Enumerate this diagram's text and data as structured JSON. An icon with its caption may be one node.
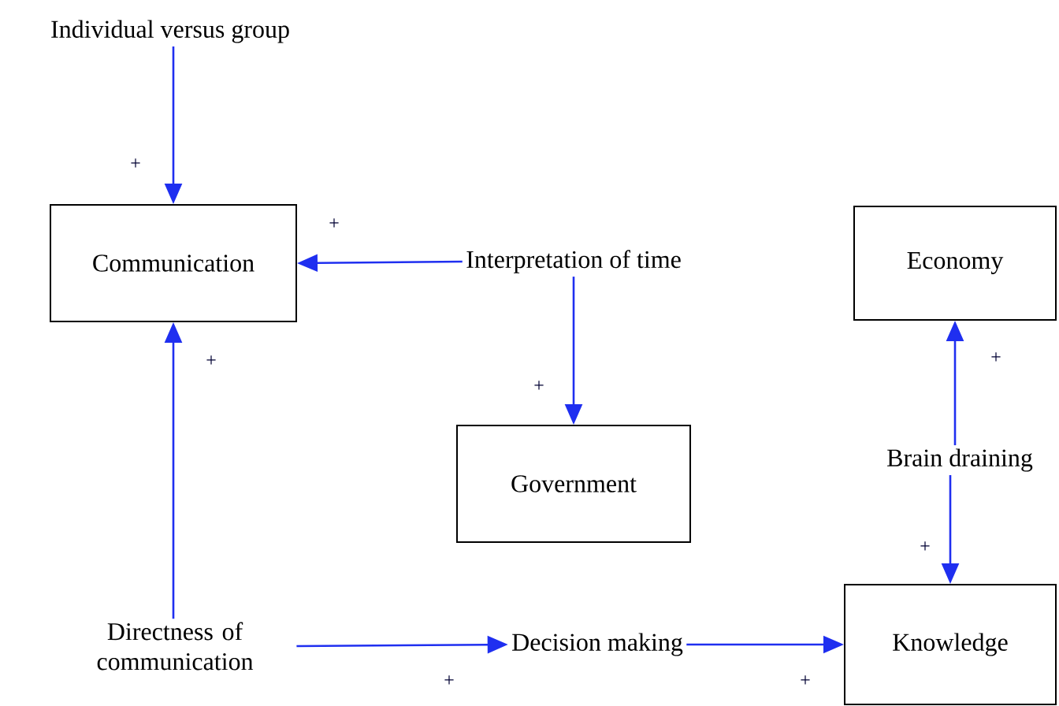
{
  "diagram": {
    "nodes": [
      {
        "text": [
          "Individual versus group"
        ]
      },
      {
        "text": [
          "Communication"
        ]
      },
      {
        "text": [
          "Interpretation of time"
        ]
      },
      {
        "text": [
          "Government"
        ]
      },
      {
        "text": [
          "Economy"
        ]
      },
      {
        "text": [
          "Brain draining"
        ]
      },
      {
        "text": [
          "Knowledge"
        ]
      },
      {
        "text": [
          "Directness of communication"
        ]
      },
      {
        "text": [
          "Decision making"
        ]
      }
    ],
    "edges": [
      {
        "from": 0,
        "to": 1,
        "arrow": "to",
        "label": "+"
      },
      {
        "from": 2,
        "to": 1,
        "arrow": "to",
        "label": "+"
      },
      {
        "from": 2,
        "to": 3,
        "arrow": "to",
        "label": "+"
      },
      {
        "from": 7,
        "to": 1,
        "arrow": "to",
        "label": "+"
      },
      {
        "from": 7,
        "to": 8,
        "arrow": "to",
        "label": "+"
      },
      {
        "from": 8,
        "to": 6,
        "arrow": "to",
        "label": "+"
      },
      {
        "from": 5,
        "to": 4,
        "arrow": "to",
        "label": "+"
      },
      {
        "from": 5,
        "to": 6,
        "arrow": "to",
        "label": "+"
      }
    ]
  }
}
